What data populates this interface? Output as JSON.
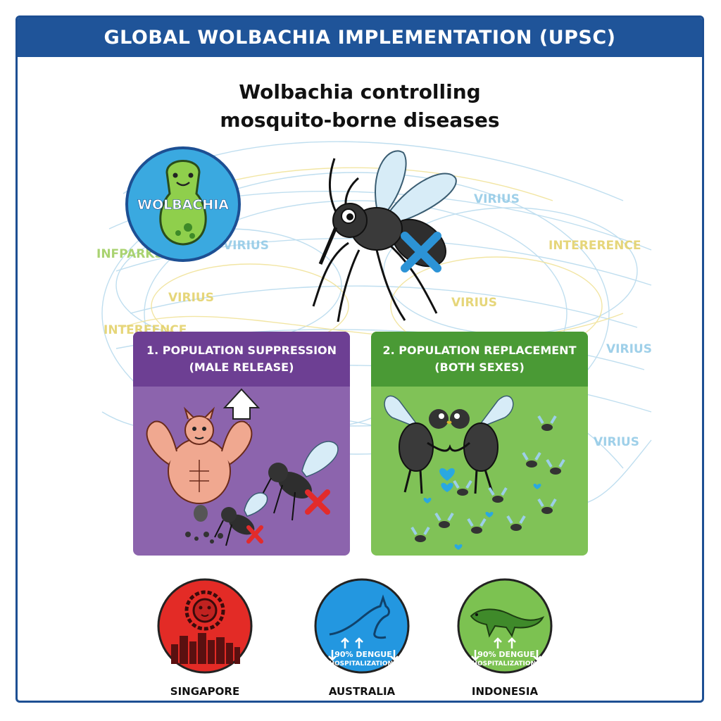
{
  "header": {
    "title": "GLOBAL WOLBACHIA IMPLEMENTATION (UPSC)"
  },
  "subtitle": {
    "line1": "Wolbachia controlling",
    "line2": "mosquito-borne diseases"
  },
  "wolbachia_badge": {
    "label": "WOLBACHIA",
    "color": "#3aa9e0"
  },
  "background_labels": {
    "virius_1": "VIRIUS",
    "virius_2": "VIRIUS",
    "virius_3": "VIRIUS",
    "virius_4": "VIRIUS",
    "virius_5": "VIRIUS",
    "virius_6": "VIRIUS",
    "infparks": "INFPARKS",
    "interference_left": "INTEREENCE",
    "interference_right": "INTERERENCE"
  },
  "panels": {
    "suppression": {
      "line1": "1. POPULATION SUPPRESSION",
      "line2": "(MALE RELEASE)",
      "color": "#8c64ad"
    },
    "replacement": {
      "line1": "2. POPULATION REPLACEMENT",
      "line2": "(BOTH SEXES)",
      "color": "#80c257"
    }
  },
  "countries": {
    "singapore": {
      "name": "SINGAPORE",
      "color": "#e32b26",
      "icon": "lion-icon"
    },
    "australia": {
      "name": "AUSTRALIA",
      "color": "#2397e0",
      "icon": "kangaroo-icon",
      "stat1": "90% DENGUE",
      "stat2": "HOSPITALIZATIONS"
    },
    "indonesia": {
      "name": "INDONESIA",
      "color": "#7cc251",
      "icon": "komodo-dragon-icon",
      "stat1": "90% DENGUE",
      "stat2": "HOSPITALIZATIONS"
    }
  }
}
